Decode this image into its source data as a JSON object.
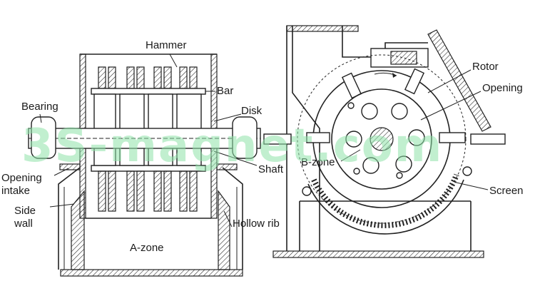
{
  "labels": {
    "hammer": "Hammer",
    "bar": "Bar",
    "bearing": "Bearing",
    "disk": "Disk",
    "shaft": "Shaft",
    "opening_intake_line1": "Opening",
    "opening_intake_line2": "intake",
    "side_wall_line1": "Side",
    "side_wall_line2": "wall",
    "hollow_rib": "Hollow rib",
    "a_zone": "A-zone",
    "rotor": "Rotor",
    "opening": "Opening",
    "b_zone": "B-zone",
    "screen": "Screen"
  },
  "watermark": "3S-magnet.com",
  "colors": {
    "line": "#222222",
    "watermark": "#8fe3a9",
    "background": "#ffffff"
  }
}
